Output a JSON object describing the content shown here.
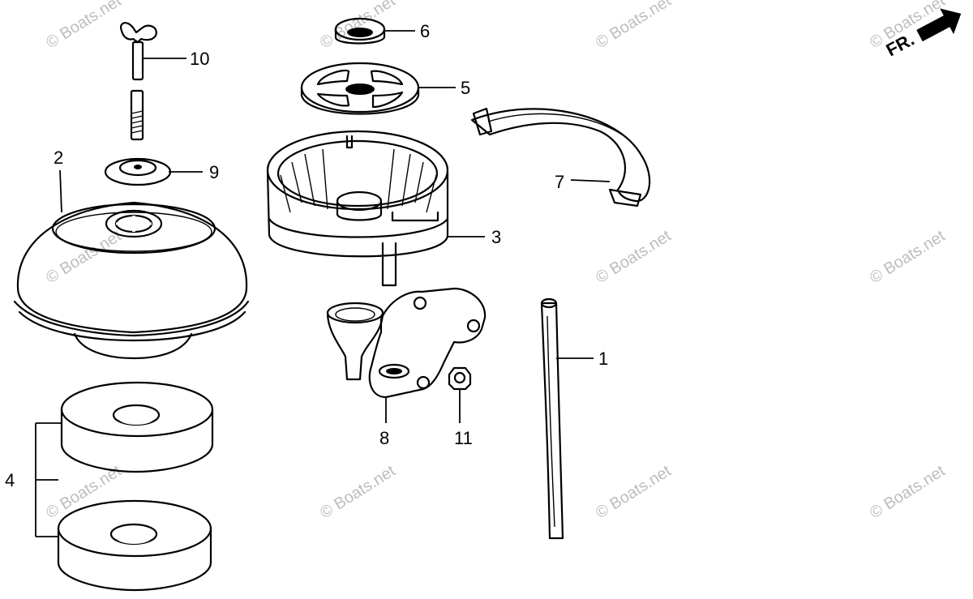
{
  "diagram": {
    "callouts": {
      "c1": "1",
      "c2": "2",
      "c3": "3",
      "c4": "4",
      "c5": "5",
      "c6": "6",
      "c7": "7",
      "c8": "8",
      "c9": "9",
      "c10": "10",
      "c11": "11"
    },
    "front_indicator": "FR.",
    "watermark": "© Boats.net"
  }
}
